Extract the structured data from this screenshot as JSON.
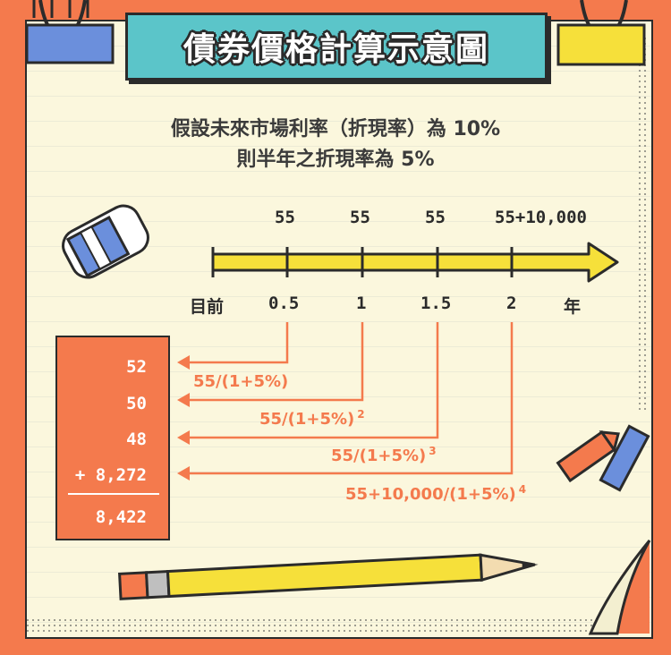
{
  "title": "債券價格計算示意圖",
  "subtitle_line1": "假設未來市場利率（折現率）為 10%",
  "subtitle_line2": "則半年之折現率為 5%",
  "timeline": {
    "start_label": "目前",
    "unit_label": "年",
    "periods": [
      {
        "tick": "0.5",
        "cash_flow": "55"
      },
      {
        "tick": "1",
        "cash_flow": "55"
      },
      {
        "tick": "1.5",
        "cash_flow": "55"
      },
      {
        "tick": "2",
        "cash_flow": "55+10,000"
      }
    ]
  },
  "present_values": [
    "52",
    "50",
    "48",
    "+ 8,272"
  ],
  "total": "8,422",
  "formulas": [
    {
      "text": "55/(1+5%)",
      "exp": ""
    },
    {
      "text": "55/(1+5%)",
      "exp": "2"
    },
    {
      "text": "55/(1+5%)",
      "exp": "3"
    },
    {
      "text": "55+10,000/(1+5%)",
      "exp": "4"
    }
  ],
  "colors": {
    "accent": "#f47a4d",
    "banner": "#5bc5c9",
    "arrow": "#f6e03a",
    "clip_blue": "#6b8fdc",
    "clip_yellow": "#f6e03a"
  }
}
